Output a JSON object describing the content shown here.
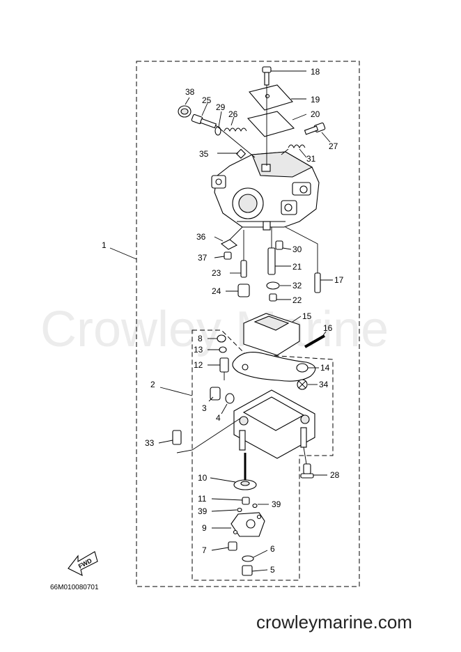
{
  "watermark": "Crowley Marine",
  "diagram_code": "66M010080701",
  "site_url": "crowleymarine.com",
  "fwd_label": "FWD",
  "callouts": {
    "c1": "1",
    "c2": "2",
    "c3": "3",
    "c4": "4",
    "c5": "5",
    "c6": "6",
    "c7": "7",
    "c8": "8",
    "c9": "9",
    "c10": "10",
    "c11": "11",
    "c12": "12",
    "c13": "13",
    "c14": "14",
    "c15": "15",
    "c16": "16",
    "c17": "17",
    "c18": "18",
    "c19": "19",
    "c20": "20",
    "c21": "21",
    "c22": "22",
    "c23": "23",
    "c24": "24",
    "c25": "25",
    "c26": "26",
    "c27": "27",
    "c28": "28",
    "c29": "29",
    "c30": "30",
    "c31": "31",
    "c32": "32",
    "c33": "33",
    "c34": "34",
    "c35": "35",
    "c36": "36",
    "c37": "37",
    "c38": "38",
    "c39a": "39",
    "c39b": "39"
  }
}
